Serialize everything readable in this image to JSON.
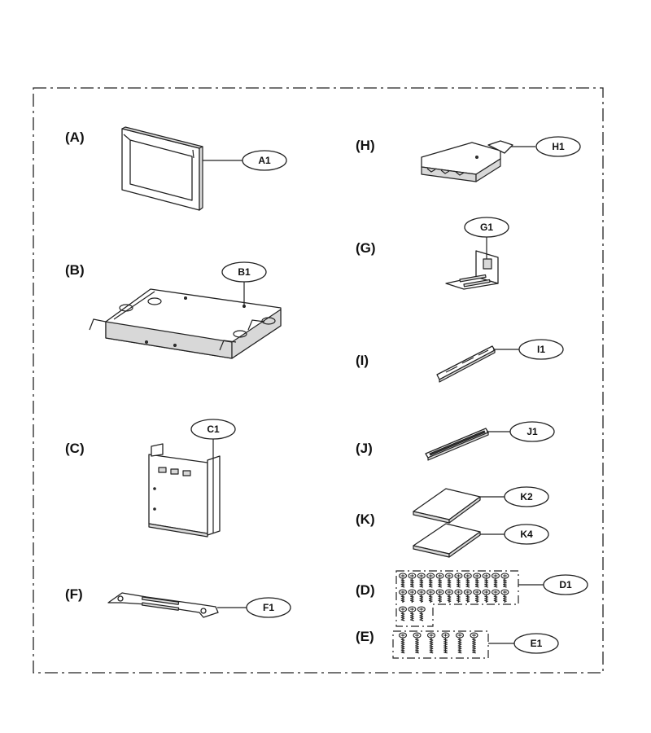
{
  "sections": {
    "A": "(A)",
    "B": "(B)",
    "C": "(C)",
    "F": "(F)",
    "H": "(H)",
    "G": "(G)",
    "I": "(I)",
    "J": "(J)",
    "K": "(K)",
    "D": "(D)",
    "E": "(E)"
  },
  "callouts": {
    "A1": "A1",
    "B1": "B1",
    "C1": "C1",
    "F1": "F1",
    "H1": "H1",
    "G1": "G1",
    "I1": "I1",
    "J1": "J1",
    "K2": "K2",
    "K4": "K4",
    "D1": "D1",
    "E1": "E1"
  }
}
